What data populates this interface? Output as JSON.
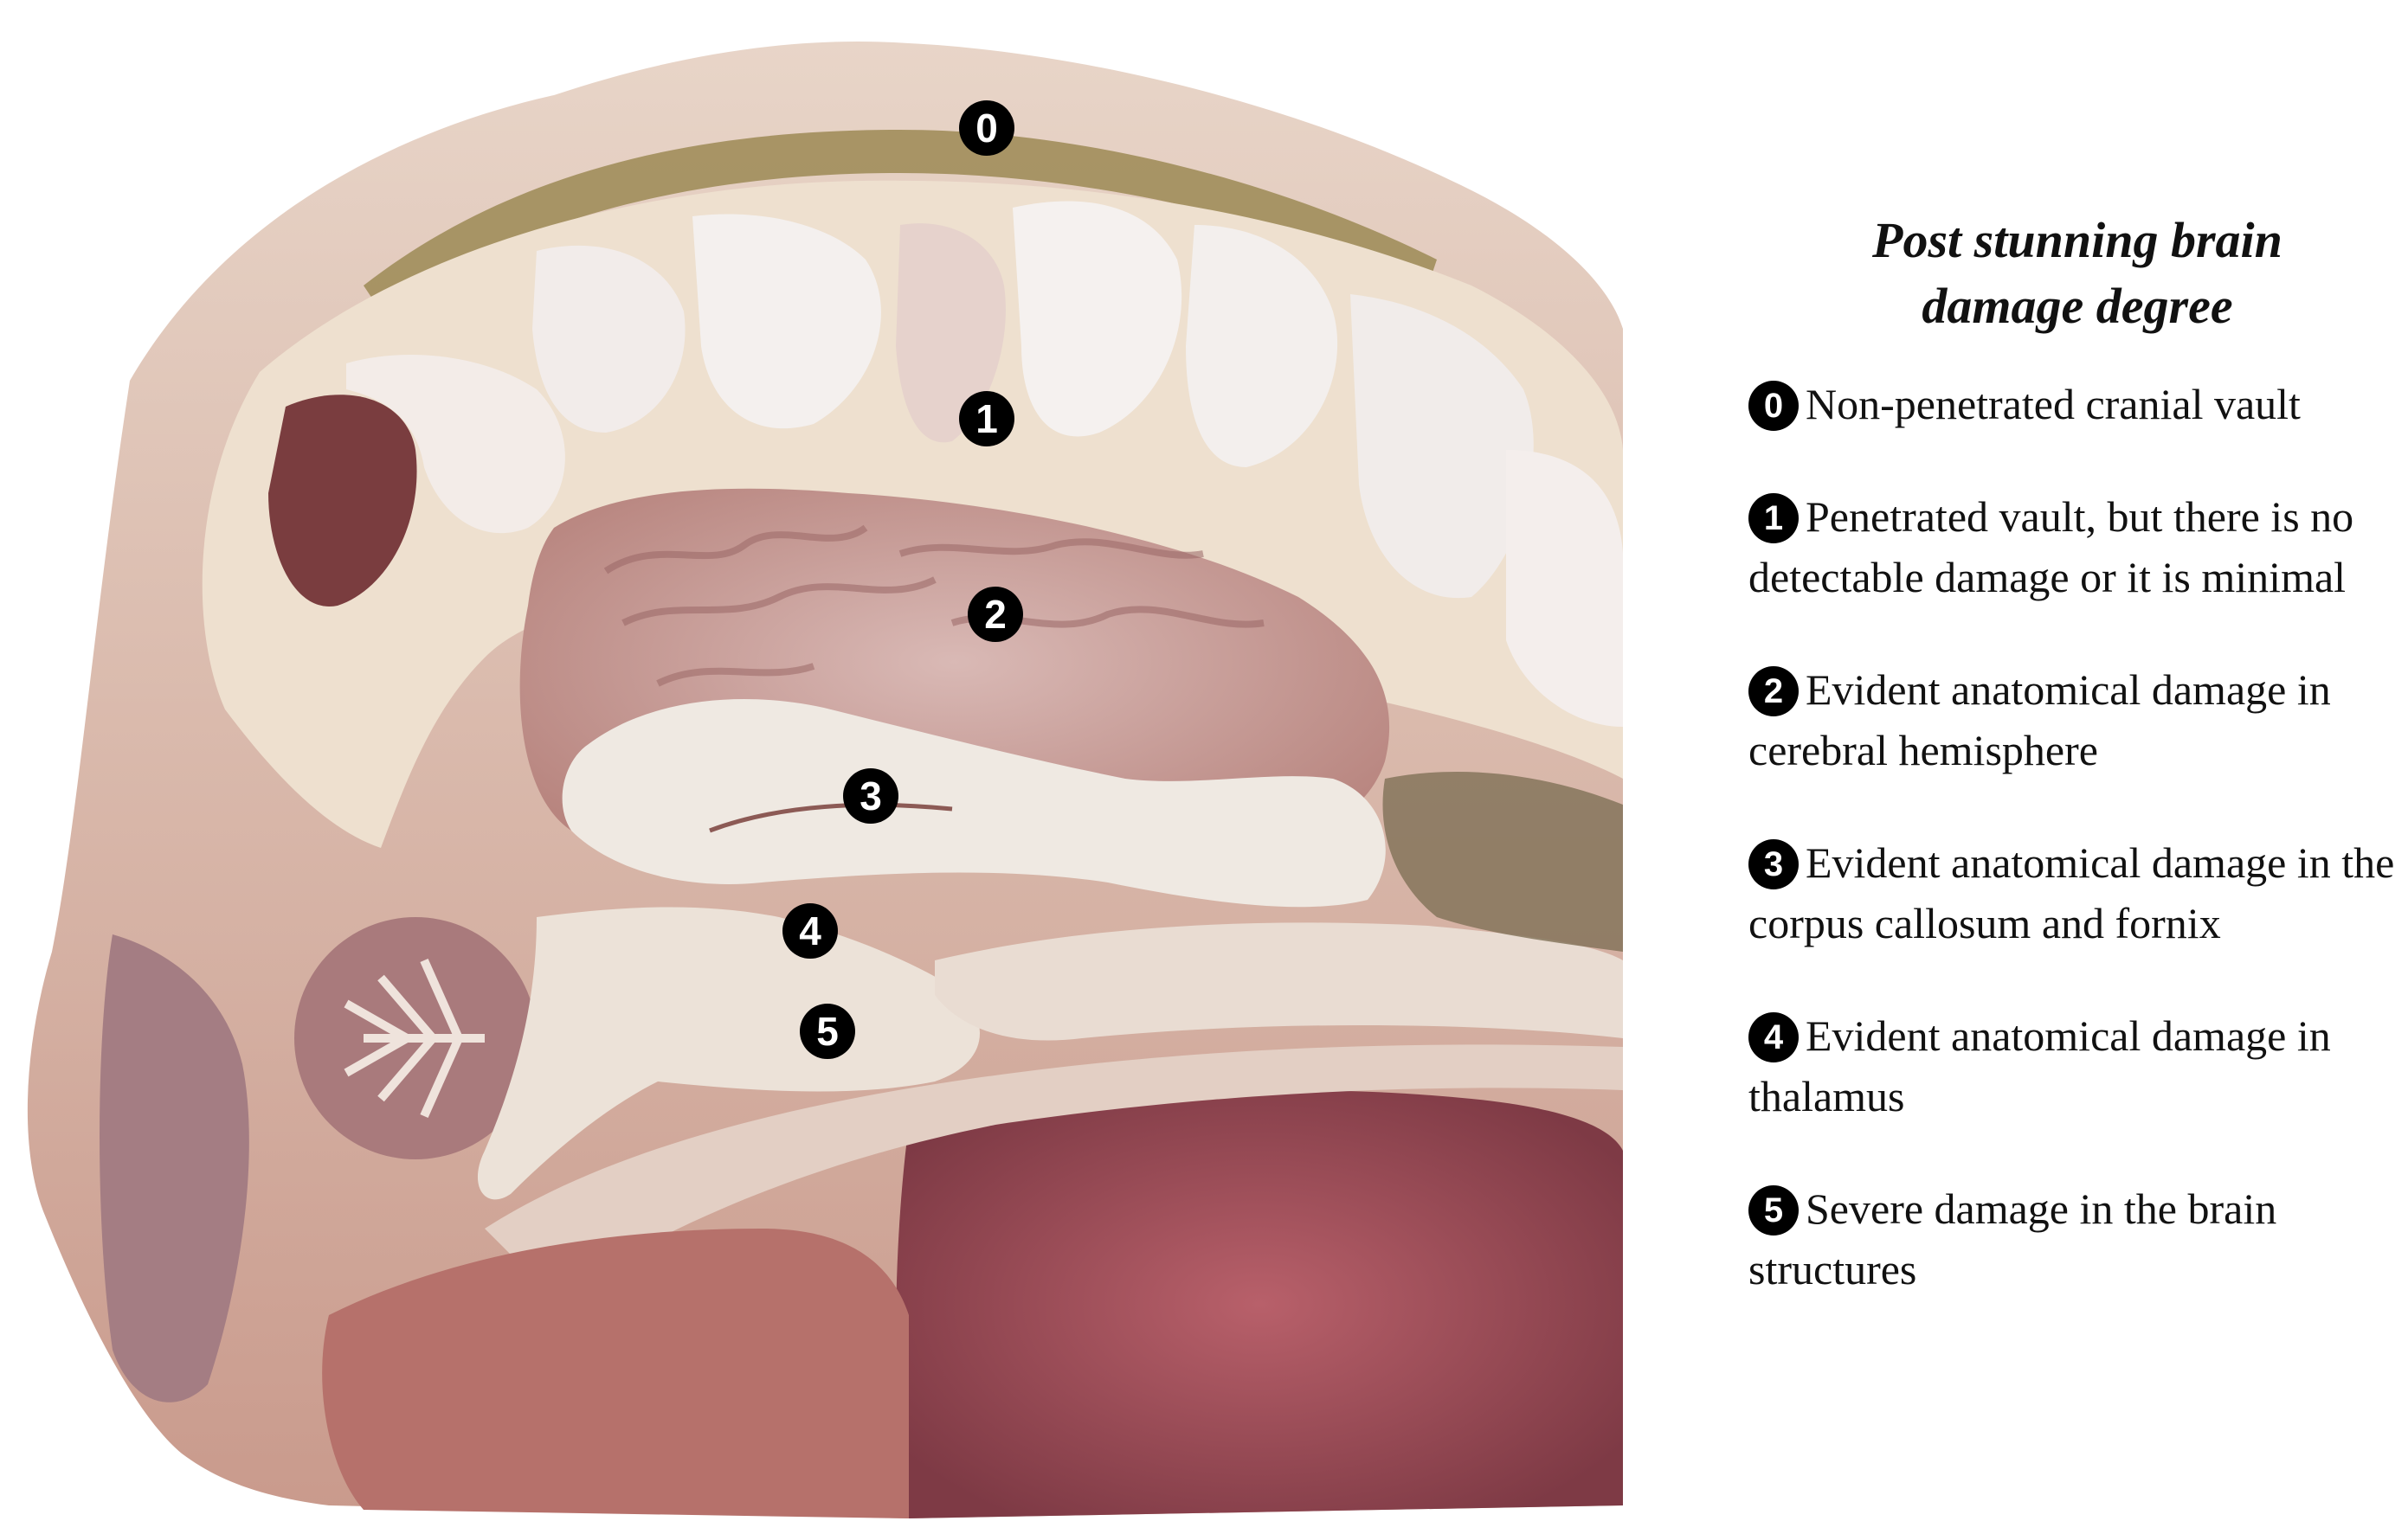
{
  "legend": {
    "title_line1": "Post stunning brain",
    "title_line2": "damage degree",
    "items": [
      {
        "num": "0",
        "text": "Non-penetrated cranial vault"
      },
      {
        "num": "1",
        "text": "Penetrated vault, but there is no detectable damage or it is minimal"
      },
      {
        "num": "2",
        "text": "Evident anatomical damage in cerebral hemisphere"
      },
      {
        "num": "3",
        "text": "Evident anatomical damage in the corpus callosum and fornix"
      },
      {
        "num": "4",
        "text": "Evident anatomical damage in thalamus"
      },
      {
        "num": "5",
        "text": "Severe damage in the brain structures"
      }
    ]
  },
  "markers": [
    "0",
    "1",
    "2",
    "3",
    "4",
    "5"
  ],
  "colors": {
    "marker_bg": "#000000",
    "skin": "#d9b7a8",
    "bone": "#efe2d2",
    "brain_tissue": "#c9a6a3",
    "white_matter": "#eee8e0",
    "muscle": "#a4555f"
  }
}
